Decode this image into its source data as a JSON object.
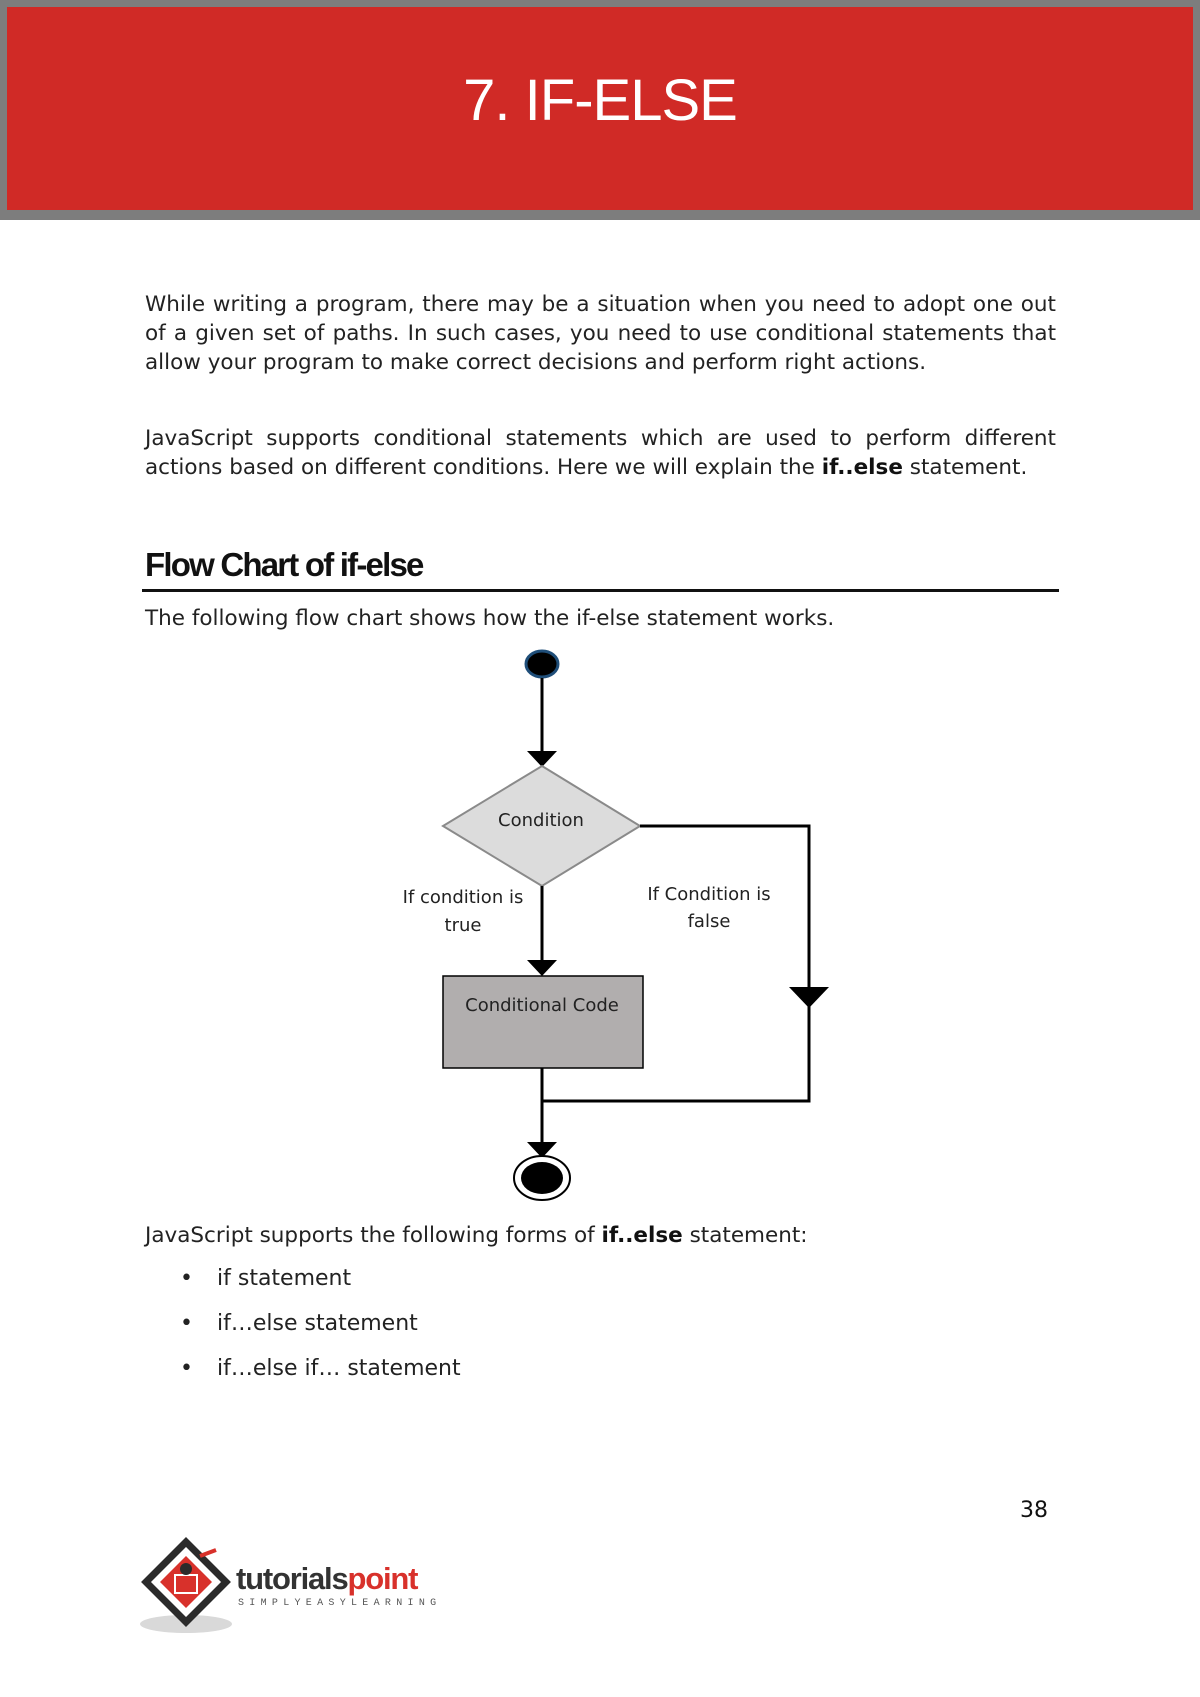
{
  "header": {
    "chapter_title": "7.  IF-ELSE"
  },
  "intro": {
    "paragraph_1": "While writing a program, there may be a situation when you need to adopt one out of a given set of paths. In such cases, you need to use conditional statements that allow your program to make correct decisions and perform right actions.",
    "paragraph_2_text": "JavaScript supports conditional statements which are used to perform different actions based on different conditions. Here we will explain the ",
    "paragraph_2_bold": "if..else",
    "paragraph_2_end": " statement."
  },
  "section": {
    "title": "Flow Chart of if-else",
    "description": "The following flow chart shows how the if-else statement works."
  },
  "flowchart": {
    "condition_label": "Condition",
    "true_label_line1": "If condition is",
    "true_label_line2": "true",
    "false_label_line1": "If Condition is",
    "false_label_line2": "false",
    "code_label": "Conditional Code",
    "colors": {
      "decision_fill": "#dcdcdc",
      "code_fill": "#b1aeae",
      "start_fill": "#000000",
      "start_outline": "#1f4e79"
    }
  },
  "forms": {
    "intro_text": "JavaScript supports the following forms of ",
    "intro_bold": "if..else",
    "intro_end": " statement:",
    "items": [
      "if statement",
      "if…else statement",
      "if…else if… statement"
    ]
  },
  "footer": {
    "page_number": "38",
    "logo": {
      "word_dark": "tutorials",
      "word_red": "point",
      "tagline": "SIMPLYEASYLEARNING"
    }
  },
  "colors": {
    "banner": "#d02a26",
    "banner_border": "#7d7d7d",
    "logo_red": "#d8312b"
  }
}
